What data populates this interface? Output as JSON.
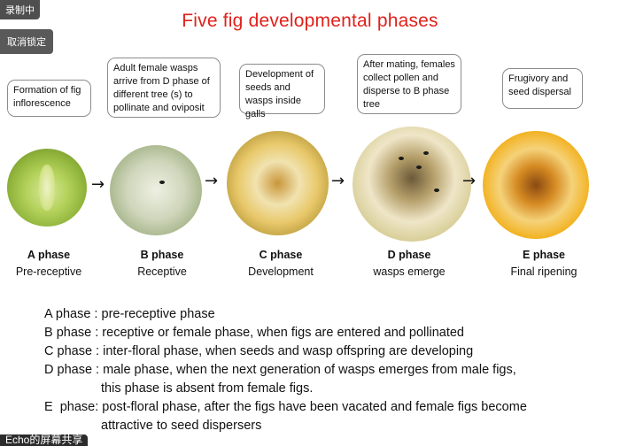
{
  "overlay": {
    "recording_label": "录制中",
    "cancel_lock_label": "取消锁定",
    "watermark": "Echo的屏幕共享"
  },
  "title": "Five fig developmental phases",
  "callouts": [
    "Formation of fig inflorescence",
    "Adult female wasps arrive from D phase of different tree (s) to pollinate and oviposit",
    "Development of seeds and wasps inside galls",
    "After mating, females collect pollen and disperse to B phase tree",
    "Frugivory and seed dispersal"
  ],
  "phases": [
    {
      "name": "A phase",
      "sub": "Pre-receptive"
    },
    {
      "name": "B phase",
      "sub": "Receptive"
    },
    {
      "name": "C phase",
      "sub": "Development"
    },
    {
      "name": "D phase",
      "sub": "wasps emerge"
    },
    {
      "name": "E phase",
      "sub": "Final ripening"
    }
  ],
  "arrow_glyph": "→",
  "descriptions": [
    {
      "key": "A phase : ",
      "text": "pre-receptive phase"
    },
    {
      "key": "B phase : ",
      "text": "receptive or female phase, when figs are entered and pollinated"
    },
    {
      "key": "C phase : ",
      "text": "inter-floral phase, when seeds and wasp offspring are developing"
    },
    {
      "key": "D phase : ",
      "text": "male phase, when the next generation of wasps emerges from male figs,",
      "cont": "this phase is absent from female figs."
    },
    {
      "key": "E  phase: ",
      "text": "post-floral phase, after the figs have been vacated and female figs become",
      "cont": "attractive to seed dispersers"
    }
  ],
  "colors": {
    "title": "#e0211b",
    "fig_a": "#9fc24a",
    "fig_b": "#c9d3a8",
    "fig_c": "#e8c86a",
    "fig_d": "#d9cf9a",
    "fig_e": "#f2b11e"
  }
}
